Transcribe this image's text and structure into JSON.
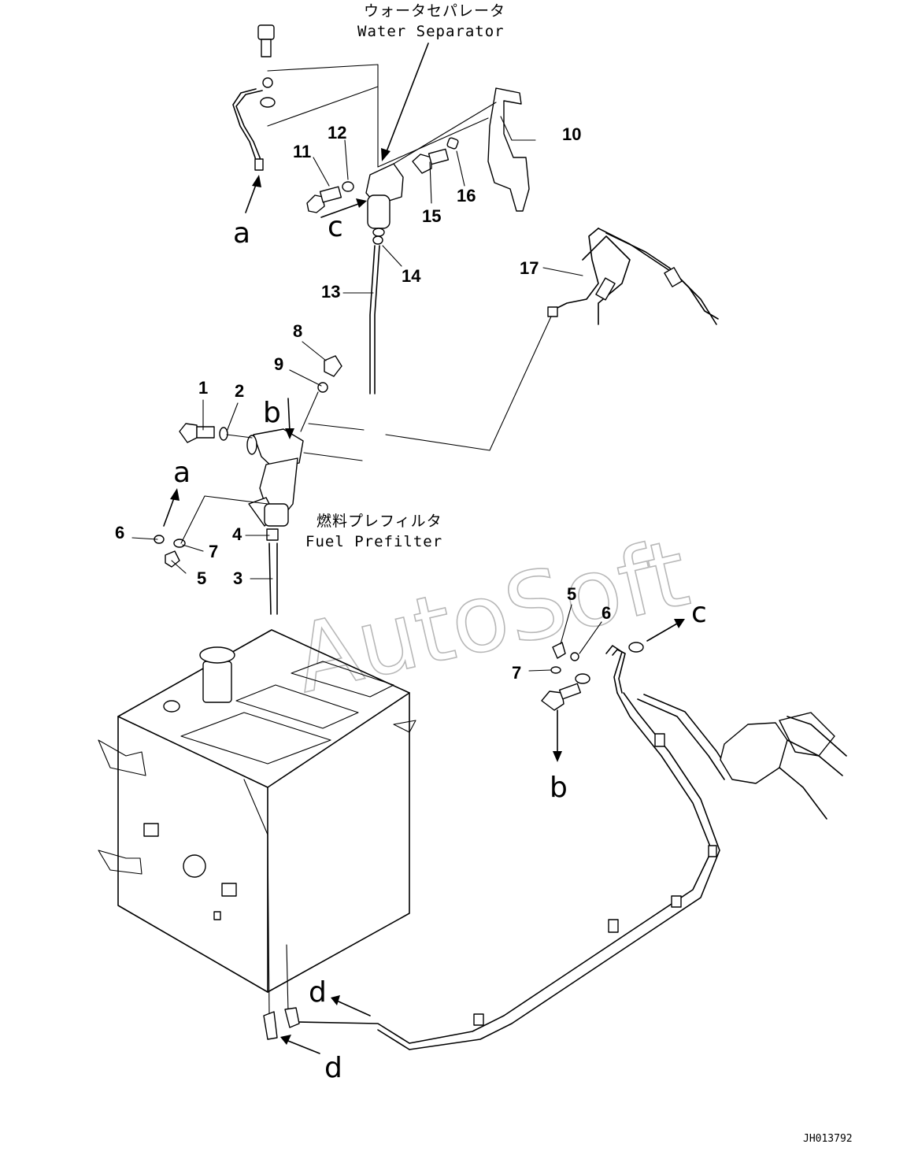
{
  "callouts": {
    "water_separator_jp": "ウォータセパレータ",
    "water_separator_en": "Water Separator",
    "fuel_prefilter_jp": "燃料プレフィルタ",
    "fuel_prefilter_en": "Fuel Prefilter"
  },
  "part_numbers": {
    "p1": "1",
    "p2": "2",
    "p3": "3",
    "p4": "4",
    "p5a": "5",
    "p5b": "5",
    "p6a": "6",
    "p6b": "6",
    "p7a": "7",
    "p7b": "7",
    "p8": "8",
    "p9": "9",
    "p10": "10",
    "p11": "11",
    "p12": "12",
    "p13": "13",
    "p14": "14",
    "p15": "15",
    "p16": "16",
    "p17": "17"
  },
  "connection_letters": {
    "a1": "a",
    "a2": "a",
    "b1": "b",
    "b2": "b",
    "c1": "c",
    "c2": "c",
    "d1": "d",
    "d2": "d"
  },
  "watermark": "AutoSoft",
  "drawing_code": "JH013792"
}
